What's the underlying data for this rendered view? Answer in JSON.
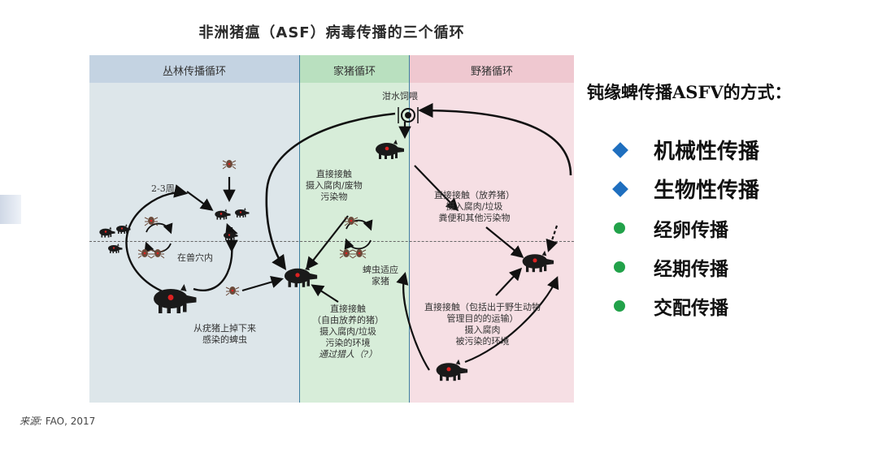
{
  "title": "非洲猪瘟（ASF）病毒传播的三个循环",
  "panels": {
    "jungle": "丛林传播循环",
    "domestic": "家猪循环",
    "wild": "野猪循环"
  },
  "labels": {
    "feeding": "泔水饲喂",
    "weeks": "2-3周",
    "burrow": "在兽穴内",
    "tick_fall": [
      "从疣猪上掉下来",
      "感染的蜱虫"
    ],
    "domestic_contact": [
      "直接接触",
      "摄入腐肉/废物",
      "污染物"
    ],
    "tick_adapt": [
      "蜱虫适应",
      "家猪"
    ],
    "free_range": [
      "直接接触",
      "（自由放养的猪）",
      "摄入腐肉/垃圾",
      "污染的环境"
    ],
    "hunters": "通过猎人（?）",
    "wild_contact_top": [
      "直接接触（放养猪）",
      "摄入腐肉/垃圾",
      "粪便和其他污染物"
    ],
    "wild_contact_bottom": [
      "直接接触（包括出于野生动物",
      "管理目的的运输）",
      "摄入腐肉",
      "被污染的环境"
    ]
  },
  "source": {
    "label": "来源:",
    "text": " FAO, 2017"
  },
  "right": {
    "title": "钝缘蜱传播ASFV的方式：",
    "bullets": [
      {
        "text": "机械性传播",
        "marker": "diamond",
        "color": "#1f6fbf"
      },
      {
        "text": "生物性传播",
        "marker": "diamond",
        "color": "#1f6fbf"
      },
      {
        "text": "经卵传播",
        "marker": "dot",
        "color": "#22a24a"
      },
      {
        "text": "经期传播",
        "marker": "dot",
        "color": "#22a24a"
      },
      {
        "text": "交配传播",
        "marker": "dot",
        "color": "#22a24a"
      }
    ]
  }
}
